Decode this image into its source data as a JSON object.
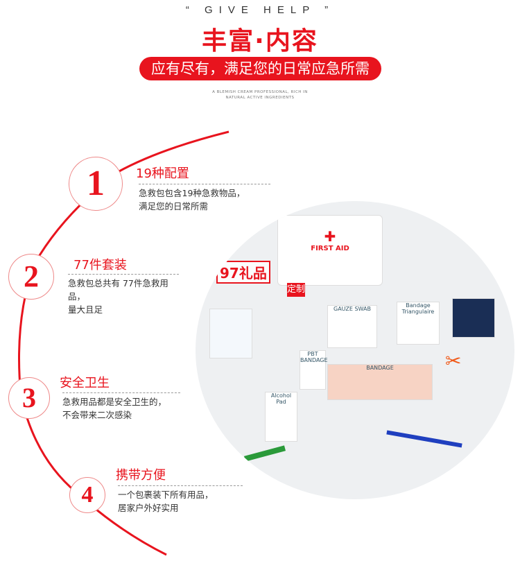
{
  "header": {
    "kicker": "“ GIVE HELP ”",
    "title": "丰富·内容",
    "banner": "应有尽有，满足您的日常应急所需",
    "tagline_1": "A BLEMISH CREAM PROFESSIONAL, RICH IN",
    "tagline_2": "NATURAL ACTIVE INGREDIENTS"
  },
  "features": [
    {
      "number": "1",
      "title": "19种配置",
      "line1": "急救包包含19种急救物品，",
      "line2": "满足您的日常所需"
    },
    {
      "number": "2",
      "title": "77件套装",
      "line1": "急救包总共有 77件急救用品，",
      "line2": "量大且足"
    },
    {
      "number": "3",
      "title": "安全卫生",
      "line1": "急救用品都是安全卫生的，",
      "line2": "不会带来二次感染"
    },
    {
      "number": "4",
      "title": "携带方便",
      "line1": "一个包裹装下所有用品，",
      "line2": "居家户外好实用"
    }
  ],
  "photo": {
    "box_label": "FIRST AID",
    "watermark": "97礼品",
    "watermark_stamp": "定制",
    "item_labels": [
      "GAUZE SWAB",
      "Bandage Triangulaire",
      "Alcohol Pad",
      "PBT BANDAGE",
      "BANDAGE"
    ]
  },
  "colors": {
    "accent": "#e8141e"
  }
}
